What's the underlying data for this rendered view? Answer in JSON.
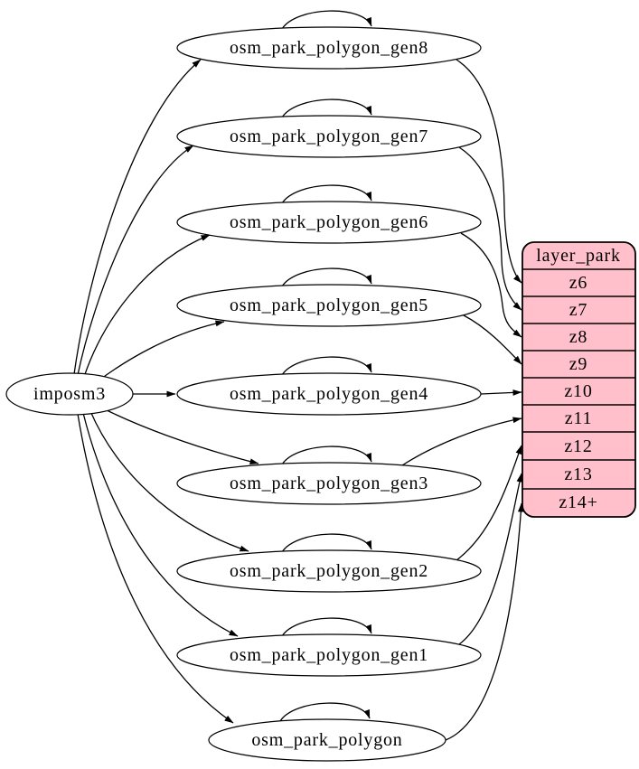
{
  "diagram": {
    "type": "graph",
    "direction": "left-to-right",
    "source": {
      "label": "imposm3"
    },
    "generalized_tables": [
      {
        "label": "osm_park_polygon_gen8"
      },
      {
        "label": "osm_park_polygon_gen7"
      },
      {
        "label": "osm_park_polygon_gen6"
      },
      {
        "label": "osm_park_polygon_gen5"
      },
      {
        "label": "osm_park_polygon_gen4"
      },
      {
        "label": "osm_park_polygon_gen3"
      },
      {
        "label": "osm_park_polygon_gen2"
      },
      {
        "label": "osm_park_polygon_gen1"
      },
      {
        "label": "osm_park_polygon"
      }
    ],
    "layer": {
      "title": "layer_park",
      "zoom_rows": [
        "z6",
        "z7",
        "z8",
        "z9",
        "z10",
        "z11",
        "z12",
        "z13",
        "z14+"
      ]
    },
    "edges": [
      {
        "from": "imposm3",
        "to": "osm_park_polygon_gen8"
      },
      {
        "from": "imposm3",
        "to": "osm_park_polygon_gen7"
      },
      {
        "from": "imposm3",
        "to": "osm_park_polygon_gen6"
      },
      {
        "from": "imposm3",
        "to": "osm_park_polygon_gen5"
      },
      {
        "from": "imposm3",
        "to": "osm_park_polygon_gen4"
      },
      {
        "from": "imposm3",
        "to": "osm_park_polygon_gen3"
      },
      {
        "from": "imposm3",
        "to": "osm_park_polygon_gen2"
      },
      {
        "from": "imposm3",
        "to": "osm_park_polygon_gen1"
      },
      {
        "from": "imposm3",
        "to": "osm_park_polygon"
      },
      {
        "from": "osm_park_polygon_gen8",
        "to": "osm_park_polygon_gen8",
        "self_loop": true
      },
      {
        "from": "osm_park_polygon_gen7",
        "to": "osm_park_polygon_gen7",
        "self_loop": true
      },
      {
        "from": "osm_park_polygon_gen6",
        "to": "osm_park_polygon_gen6",
        "self_loop": true
      },
      {
        "from": "osm_park_polygon_gen5",
        "to": "osm_park_polygon_gen5",
        "self_loop": true
      },
      {
        "from": "osm_park_polygon_gen4",
        "to": "osm_park_polygon_gen4",
        "self_loop": true
      },
      {
        "from": "osm_park_polygon_gen3",
        "to": "osm_park_polygon_gen3",
        "self_loop": true
      },
      {
        "from": "osm_park_polygon_gen2",
        "to": "osm_park_polygon_gen2",
        "self_loop": true
      },
      {
        "from": "osm_park_polygon_gen1",
        "to": "osm_park_polygon_gen1",
        "self_loop": true
      },
      {
        "from": "osm_park_polygon",
        "to": "osm_park_polygon",
        "self_loop": true
      },
      {
        "from": "osm_park_polygon_gen8",
        "to": "layer_park.z6"
      },
      {
        "from": "osm_park_polygon_gen7",
        "to": "layer_park.z7"
      },
      {
        "from": "osm_park_polygon_gen6",
        "to": "layer_park.z8"
      },
      {
        "from": "osm_park_polygon_gen5",
        "to": "layer_park.z9"
      },
      {
        "from": "osm_park_polygon_gen4",
        "to": "layer_park.z10"
      },
      {
        "from": "osm_park_polygon_gen3",
        "to": "layer_park.z11"
      },
      {
        "from": "osm_park_polygon_gen2",
        "to": "layer_park.z12"
      },
      {
        "from": "osm_park_polygon_gen1",
        "to": "layer_park.z13"
      },
      {
        "from": "osm_park_polygon",
        "to": "layer_park.z14+"
      }
    ],
    "colors": {
      "layer_fill": "#FFC0CB",
      "layer_stroke": "#000000",
      "node_fill": "#FFFFFF",
      "node_stroke": "#000000",
      "edge": "#000000",
      "background": "#FFFFFF"
    }
  }
}
